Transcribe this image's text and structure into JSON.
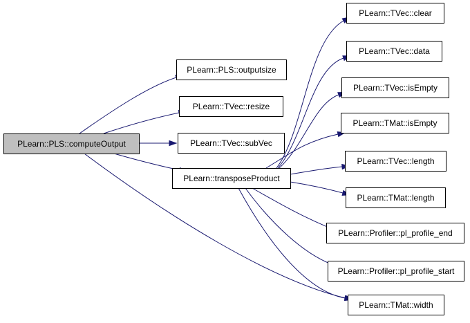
{
  "graph": {
    "root": "PLearn::PLS::computeOutput",
    "nodes": [
      {
        "id": "compute_output",
        "label": "PLearn::PLS::computeOutput",
        "highlighted": true
      },
      {
        "id": "outputsize",
        "label": "PLearn::PLS::outputsize"
      },
      {
        "id": "tvec_resize",
        "label": "PLearn::TVec::resize"
      },
      {
        "id": "tvec_subvec",
        "label": "PLearn::TVec::subVec"
      },
      {
        "id": "transpose_product",
        "label": "PLearn::transposeProduct"
      },
      {
        "id": "tvec_clear",
        "label": "PLearn::TVec::clear"
      },
      {
        "id": "tvec_data",
        "label": "PLearn::TVec::data"
      },
      {
        "id": "tvec_isempty",
        "label": "PLearn::TVec::isEmpty"
      },
      {
        "id": "tmat_isempty",
        "label": "PLearn::TMat::isEmpty"
      },
      {
        "id": "tvec_length",
        "label": "PLearn::TVec::length"
      },
      {
        "id": "tmat_length",
        "label": "PLearn::TMat::length"
      },
      {
        "id": "profile_end",
        "label": "PLearn::Profiler::pl_profile_end"
      },
      {
        "id": "profile_start",
        "label": "PLearn::Profiler::pl_profile_start"
      },
      {
        "id": "tmat_width",
        "label": "PLearn::TMat::width"
      }
    ],
    "edges": [
      {
        "from": "compute_output",
        "to": "outputsize"
      },
      {
        "from": "compute_output",
        "to": "tvec_resize"
      },
      {
        "from": "compute_output",
        "to": "tvec_subvec"
      },
      {
        "from": "compute_output",
        "to": "transpose_product"
      },
      {
        "from": "compute_output",
        "to": "tmat_width"
      },
      {
        "from": "transpose_product",
        "to": "tvec_clear"
      },
      {
        "from": "transpose_product",
        "to": "tvec_data"
      },
      {
        "from": "transpose_product",
        "to": "tvec_isempty"
      },
      {
        "from": "transpose_product",
        "to": "tmat_isempty"
      },
      {
        "from": "transpose_product",
        "to": "tvec_length"
      },
      {
        "from": "transpose_product",
        "to": "tmat_length"
      },
      {
        "from": "transpose_product",
        "to": "profile_end"
      },
      {
        "from": "transpose_product",
        "to": "profile_start"
      },
      {
        "from": "transpose_product",
        "to": "tmat_width"
      }
    ],
    "colors": {
      "edge": "#191970",
      "node_fill": "#ffffff",
      "highlight_fill": "#bfbfbf",
      "border": "#000000"
    }
  }
}
